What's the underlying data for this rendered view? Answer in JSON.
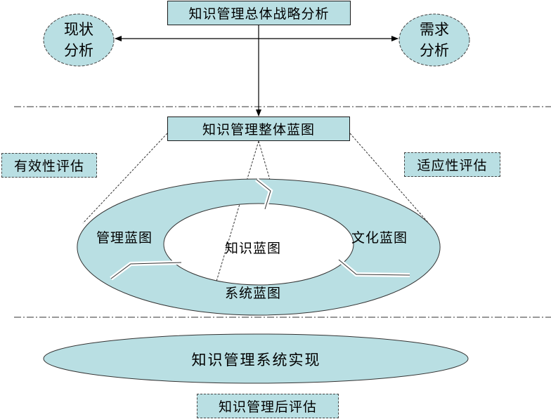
{
  "title": "知识管理总体战略分析",
  "current_status": {
    "line1": "现状",
    "line2": "分析"
  },
  "demand": {
    "line1": "需求",
    "line2": "分析"
  },
  "blueprint_overall": "知识管理整体蓝图",
  "effectiveness_eval": "有效性评估",
  "adaptability_eval": "适应性评估",
  "ring": {
    "management": "管理蓝图",
    "culture": "文化蓝图",
    "knowledge": "知识蓝图",
    "system": "系统蓝图"
  },
  "implementation": "知识管理系统实现",
  "post_eval": "知识管理后评估",
  "colors": {
    "fill": "#b9dfe3",
    "line": "#1a1a1a"
  }
}
